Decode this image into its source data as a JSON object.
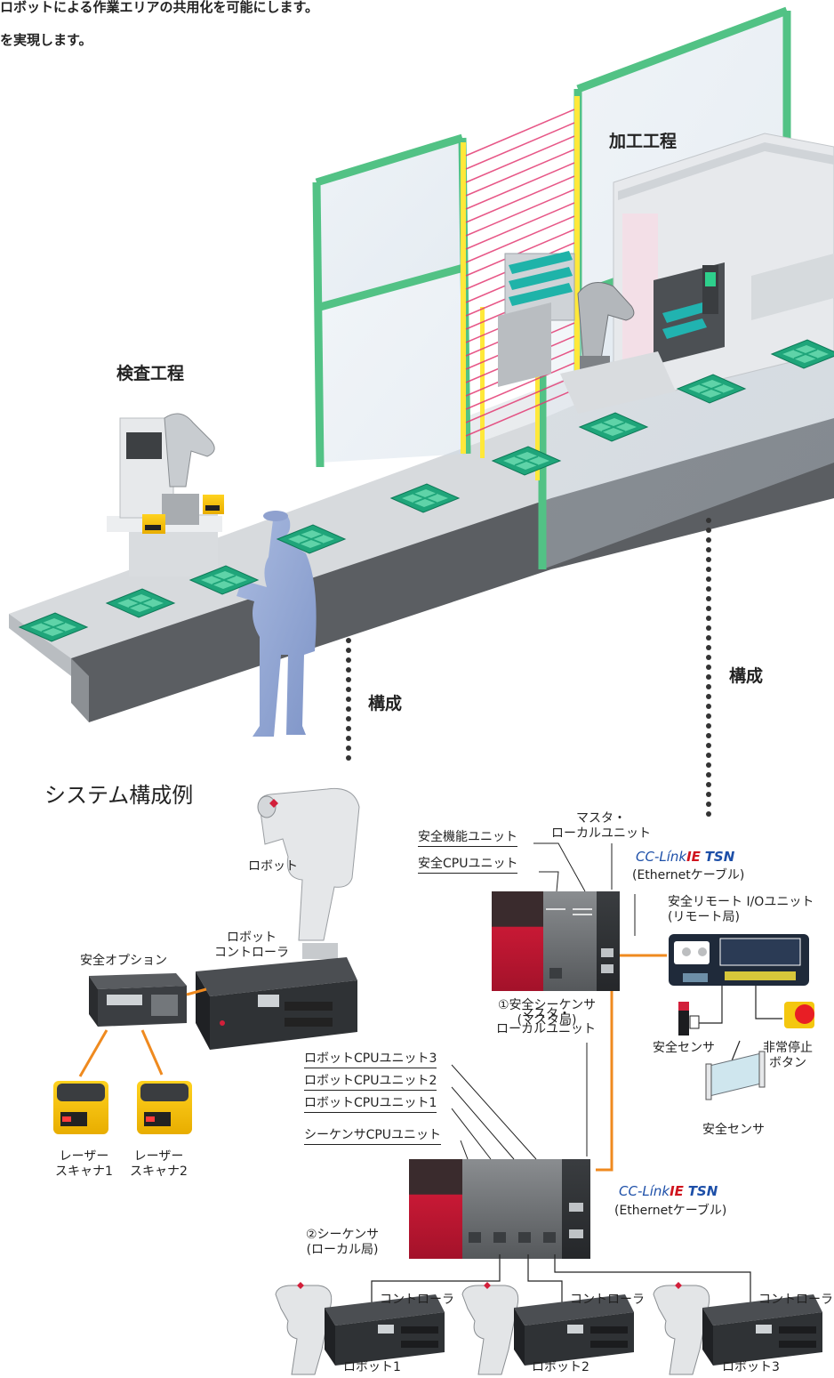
{
  "intro": {
    "line1": "ロボットによる作業エリアの共用化を可能にします。",
    "line2": "を実現します。"
  },
  "scene": {
    "process_machining": "加工工程",
    "process_inspection": "検査工程",
    "structure_left": "構成",
    "structure_right": "構成"
  },
  "system": {
    "heading": "システム構成例",
    "robot_top": "ロボット",
    "robot_controller": "ロボット\nコントローラ",
    "safety_option": "安全オプション",
    "laser1": "レーザー\nスキャナ1",
    "laser2": "レーザー\nスキャナ2",
    "safety_function_unit": "安全機能ユニット",
    "safety_cpu_unit": "安全CPUユニット",
    "master_local_unit_top": "マスタ・\nローカルユニット",
    "cclink_top_prefix": "CC-Línk",
    "cclink_top_ie": "IE",
    "cclink_top_tsn": "TSN",
    "ethernet_cable_top": "(Ethernetケーブル)",
    "safety_remote_io": "安全リモート I/Oユニット\n(リモート局)",
    "sequencer1": "①安全シーケンサ\n(マスタ局)",
    "safety_sensor1": "安全センサ",
    "emergency_stop": "非常停止\nボタン",
    "safety_sensor2": "安全センサ",
    "robot_cpu3": "ロボットCPUユニット3",
    "robot_cpu2": "ロボットCPUユニット2",
    "robot_cpu1": "ロボットCPUユニット1",
    "sequencer_cpu": "シーケンサCPUユニット",
    "master_local_unit_bottom": "マスタ・\nローカルユニット",
    "cclink_bottom_prefix": "CC-Línk",
    "cclink_bottom_ie": "IE",
    "cclink_bottom_tsn": "TSN",
    "ethernet_cable_bottom": "(Ethernetケーブル)",
    "sequencer2": "②シーケンサ\n(ローカル局)",
    "controller1": "コントローラ",
    "controller2": "コントローラ",
    "controller3": "コントローラ",
    "robot1": "ロボット1",
    "robot2": "ロボット2",
    "robot3": "ロボット3"
  },
  "colors": {
    "frame_green": "#52c285",
    "cable_orange": "#ef8a1f",
    "module_red": "#d21f3a",
    "tray_green": "#1fa57a",
    "cclink_blue": "#1d4fa8",
    "cclink_red": "#d0141e"
  }
}
